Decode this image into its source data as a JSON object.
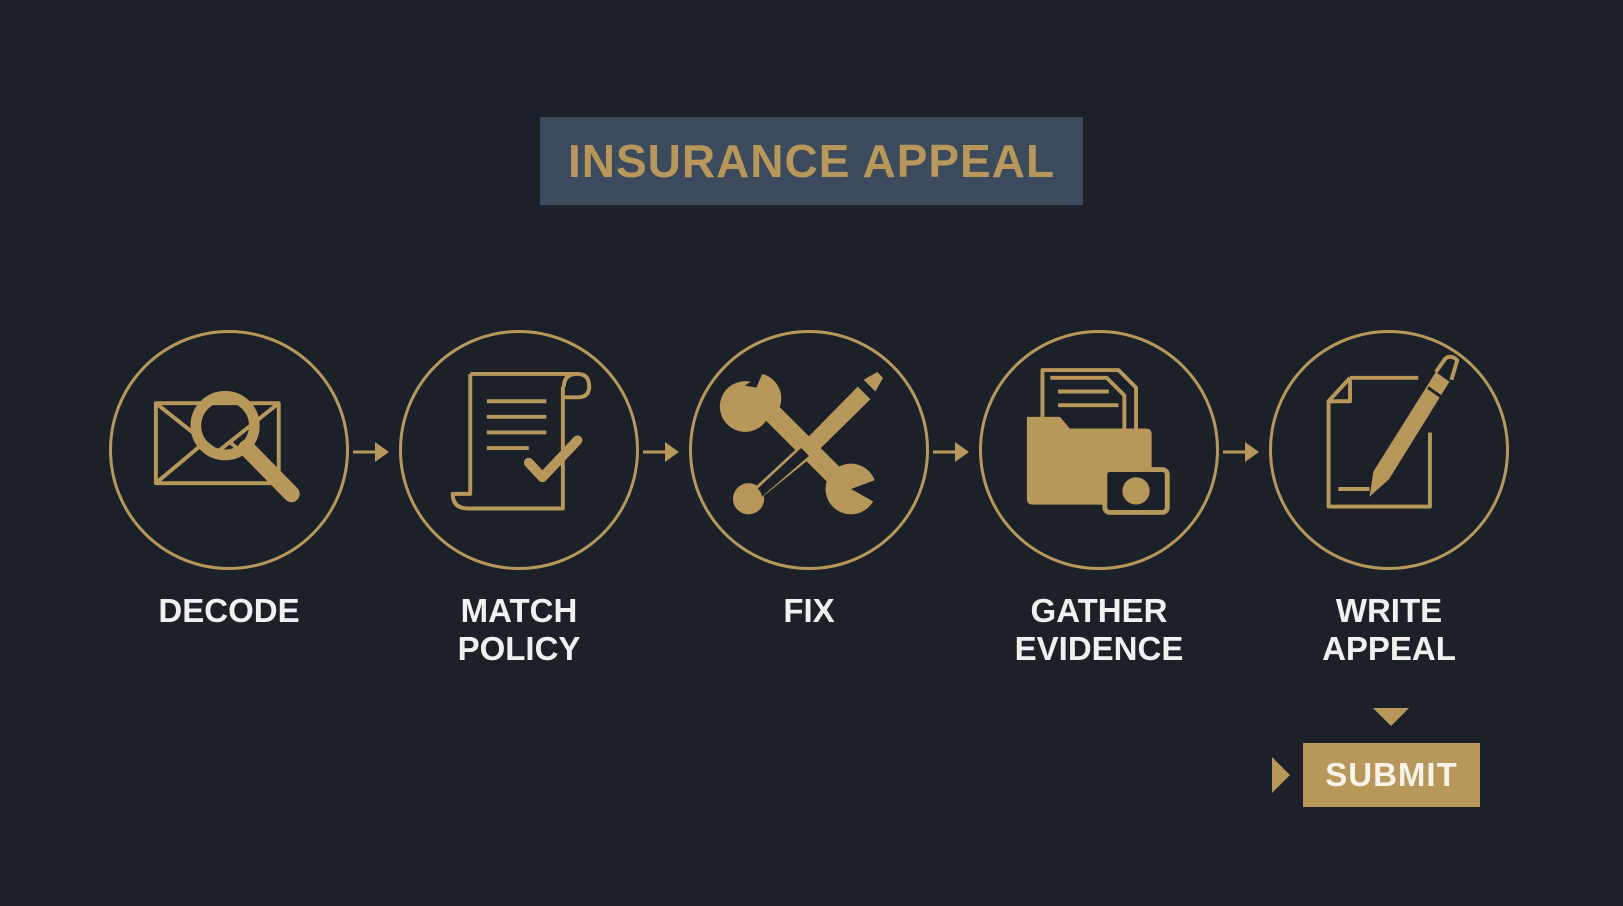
{
  "title": "INSURANCE APPEAL",
  "colors": {
    "background": "#1c2129",
    "title_box": "#3b4a5c",
    "accent": "#b8975a",
    "label_text": "#f1f1f1"
  },
  "steps": [
    {
      "icon": "envelope-magnifier-icon",
      "label_lines": [
        "DECODE"
      ]
    },
    {
      "icon": "policy-document-check-icon",
      "label_lines": [
        "MATCH",
        "POLICY"
      ]
    },
    {
      "icon": "wrench-screwdriver-icon",
      "label_lines": [
        "FIX"
      ]
    },
    {
      "icon": "folder-camera-icon",
      "label_lines": [
        "GATHER",
        "EVIDENCE"
      ]
    },
    {
      "icon": "document-pen-icon",
      "label_lines": [
        "WRITE",
        "APPEAL"
      ]
    }
  ],
  "submit": {
    "label": "SUBMIT"
  }
}
